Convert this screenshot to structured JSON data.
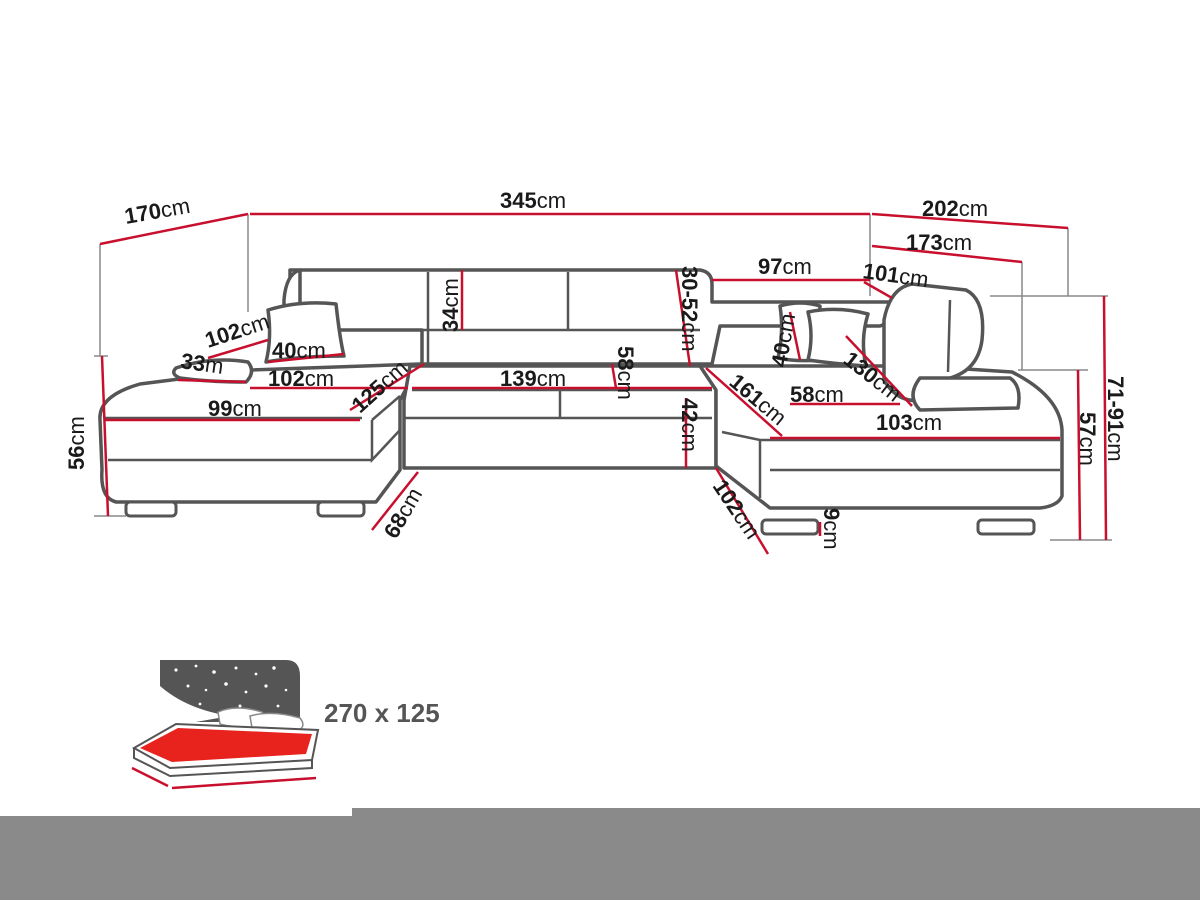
{
  "dimensions": {
    "d345": {
      "num": "345",
      "unit": "cm"
    },
    "d170": {
      "num": "170",
      "unit": "cm"
    },
    "d202": {
      "num": "202",
      "unit": "cm"
    },
    "d173": {
      "num": "173",
      "unit": "cm"
    },
    "d97": {
      "num": "97",
      "unit": "cm"
    },
    "d101": {
      "num": "101",
      "unit": "cm"
    },
    "d34": {
      "num": "34",
      "unit": "cm"
    },
    "d30_52": {
      "num": "30-52",
      "unit": "cm"
    },
    "d102_arm": {
      "num": "102",
      "unit": "cm"
    },
    "d40_left": {
      "num": "40",
      "unit": "cm"
    },
    "d33": {
      "num": "33",
      "unit": "m"
    },
    "d102_seat": {
      "num": "102",
      "unit": "cm"
    },
    "d125": {
      "num": "125",
      "unit": "cm"
    },
    "d139": {
      "num": "139",
      "unit": "cm"
    },
    "d58_mid": {
      "num": "58",
      "unit": "cm"
    },
    "d99": {
      "num": "99",
      "unit": "cm"
    },
    "d40_right": {
      "num": "40",
      "unit": "cm"
    },
    "d130": {
      "num": "130",
      "unit": "cm"
    },
    "d161": {
      "num": "161",
      "unit": "cm"
    },
    "d58_right": {
      "num": "58",
      "unit": "cm"
    },
    "d103": {
      "num": "103",
      "unit": "cm"
    },
    "d42": {
      "num": "42",
      "unit": "cm"
    },
    "d56": {
      "num": "56",
      "unit": "cm"
    },
    "d57": {
      "num": "57",
      "unit": "cm"
    },
    "d71_91": {
      "num": "71-91",
      "unit": "cm"
    },
    "d68": {
      "num": "68",
      "unit": "cm"
    },
    "d102_base": {
      "num": "102",
      "unit": "cm"
    },
    "d9": {
      "num": "9",
      "unit": "cm"
    }
  },
  "bed": {
    "label": "270 x 125"
  },
  "colors": {
    "measure": "#c8102e",
    "outline": "#555555",
    "bed_surface": "#e8231e"
  }
}
